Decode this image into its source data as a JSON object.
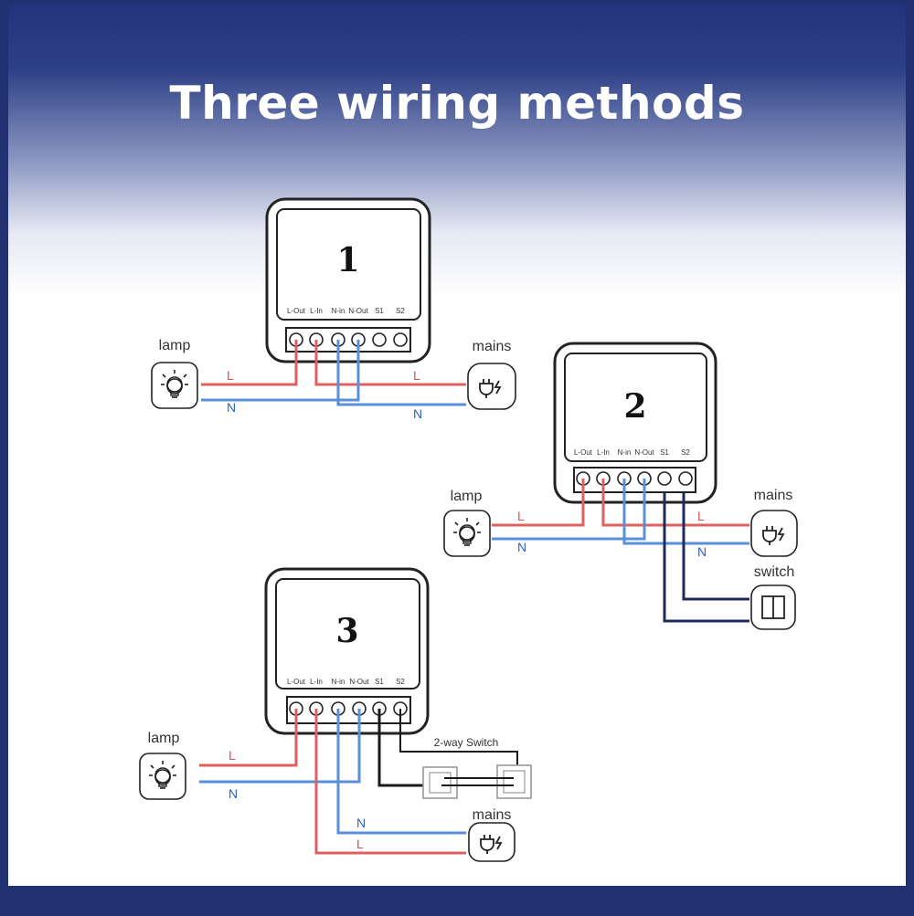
{
  "title": "Three wiring methods",
  "terminals": [
    "L-Out",
    "L-In",
    "N-in",
    "N-Out",
    "S1",
    "S2"
  ],
  "method_1": {
    "number": "1",
    "lamp_label": "lamp",
    "mains_label": "mains",
    "wire_l": "L",
    "wire_n": "N"
  },
  "method_2": {
    "number": "2",
    "lamp_label": "lamp",
    "mains_label": "mains",
    "switch_label": "switch",
    "wire_l": "L",
    "wire_n": "N"
  },
  "method_3": {
    "number": "3",
    "lamp_label": "lamp",
    "mains_label": "mains",
    "two_way_label": "2-way Switch",
    "wire_l": "L",
    "wire_n": "N"
  },
  "colors": {
    "live": "#e06060",
    "neutral": "#5a8fdc",
    "switch_wire": "#1d2c5c",
    "frame": "#213070"
  },
  "icons": {
    "lamp": "bulb-icon",
    "mains": "plug-icon",
    "switch": "wall-switch-icon"
  }
}
